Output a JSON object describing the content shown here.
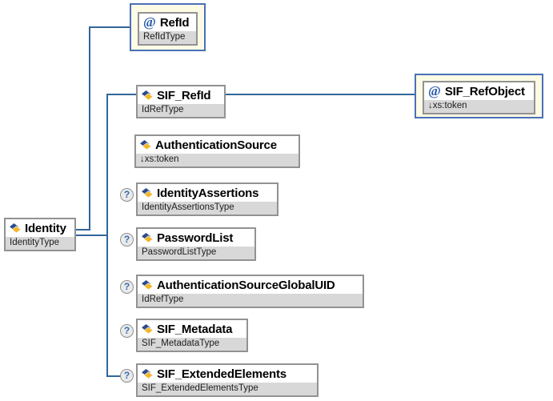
{
  "icons": {
    "attribute_glyph": "@",
    "optional_glyph": "?",
    "element_icon": "double-diamond"
  },
  "colors": {
    "connector_blue": "#336699",
    "attr_container_bg": "#fdfae5",
    "attr_container_border": "#4a70b8",
    "box_border_gray": "#929292",
    "type_row_bg": "#d8d8d8",
    "diamond_navy": "#2c4a8c",
    "diamond_gold": "#f2b72b"
  },
  "nodes": {
    "identity": {
      "name": "Identity",
      "type": "IdentityType",
      "kind": "element"
    },
    "refid": {
      "name": "RefId",
      "type": "RefIdType",
      "kind": "attribute"
    },
    "sif_refid": {
      "name": "SIF_RefId",
      "type": "IdRefType",
      "kind": "element"
    },
    "sif_refobject": {
      "name": "SIF_RefObject",
      "type": "↓xs:token",
      "kind": "attribute"
    },
    "authenticationsource": {
      "name": "AuthenticationSource",
      "type": "↓xs:token",
      "kind": "element"
    },
    "identityassertions": {
      "name": "IdentityAssertions",
      "type": "IdentityAssertionsType",
      "kind": "element",
      "optional": "?"
    },
    "passwordlist": {
      "name": "PasswordList",
      "type": "PasswordListType",
      "kind": "element",
      "optional": "?"
    },
    "authsourceglobaluid": {
      "name": "AuthenticationSourceGlobalUID",
      "type": "IdRefType",
      "kind": "element",
      "optional": "?"
    },
    "sif_metadata": {
      "name": "SIF_Metadata",
      "type": "SIF_MetadataType",
      "kind": "element",
      "optional": "?"
    },
    "sif_extendedelements": {
      "name": "SIF_ExtendedElements",
      "type": "SIF_ExtendedElementsType",
      "kind": "element",
      "optional": "?"
    }
  }
}
